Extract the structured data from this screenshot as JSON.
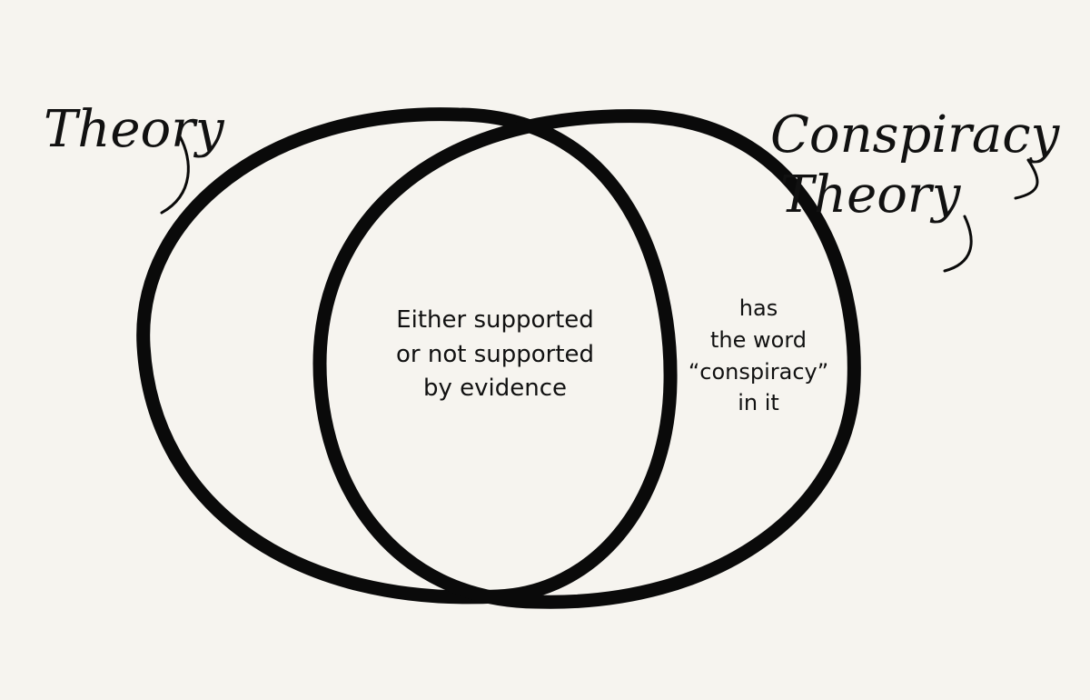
{
  "diagram": {
    "left_set_label": "Theory",
    "right_set_label": [
      "Conspiracy",
      "Theory"
    ],
    "intersection_text": [
      "Either supported",
      "or not supported",
      "by evidence"
    ],
    "right_only_text": [
      "has",
      "the word",
      "“conspiracy”",
      "in it"
    ],
    "left_only_text": [],
    "colors": {
      "background": "#f6f4ef",
      "stroke": "#0a0a0a",
      "text": "#111111"
    }
  }
}
